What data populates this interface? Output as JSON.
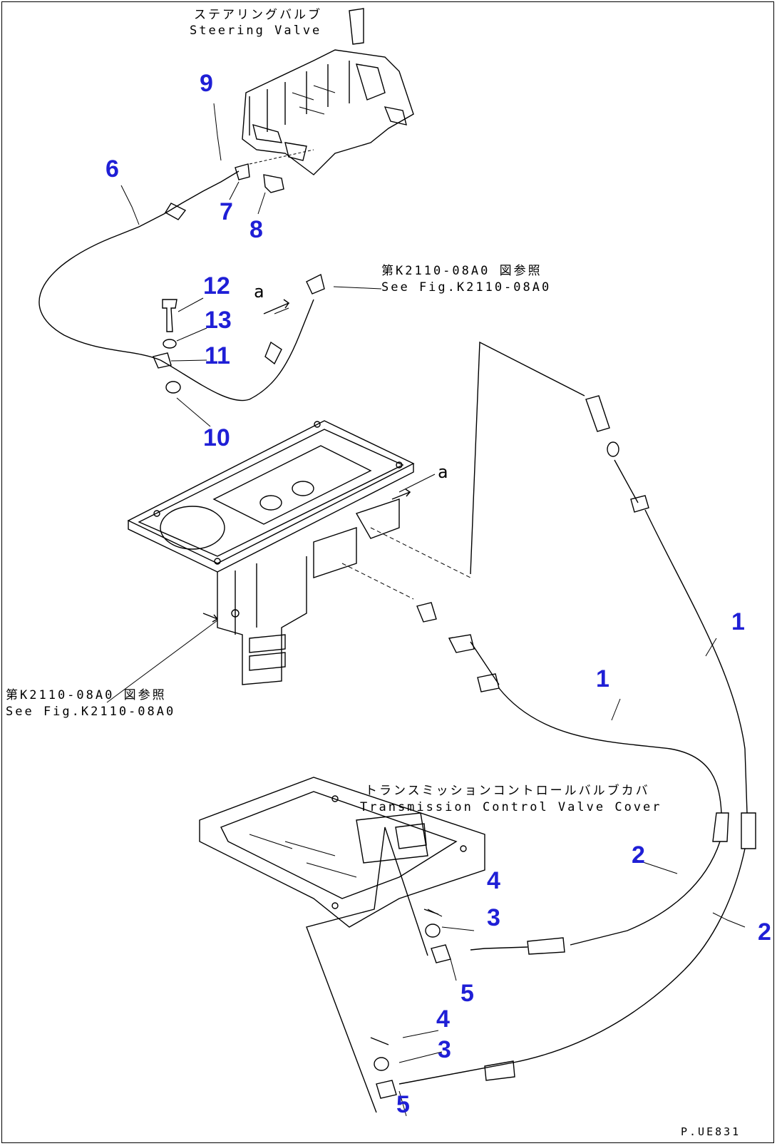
{
  "captions": {
    "steering_valve_jp": "ステアリングバルブ",
    "steering_valve_en": "Steering Valve",
    "ref_top_jp": "第K2110-08A0 図参照",
    "ref_top_en": "See Fig.K2110-08A0",
    "ref_left_jp": "第K2110-08A0 図参照",
    "ref_left_en": "See Fig.K2110-08A0",
    "tcv_cover_jp": "トランスミッションコントロールバルブカバ",
    "tcv_cover_en": "Transmission Control Valve Cover",
    "view_a_top": "a",
    "view_a_mid": "a",
    "figure_id": "P.UE831"
  },
  "part_numbers": {
    "n9": "9",
    "n6": "6",
    "n7": "7",
    "n8": "8",
    "n12": "12",
    "n13": "13",
    "n11": "11",
    "n10": "10",
    "n1_right": "1",
    "n1_mid": "1",
    "n2_mid": "2",
    "n2_right": "2",
    "n4_a": "4",
    "n3_a": "3",
    "n5_a": "5",
    "n4_b": "4",
    "n3_b": "3",
    "n5_b": "5"
  },
  "colors": {
    "callout": "#1f1fd6",
    "line": "#000000",
    "background": "#ffffff"
  }
}
